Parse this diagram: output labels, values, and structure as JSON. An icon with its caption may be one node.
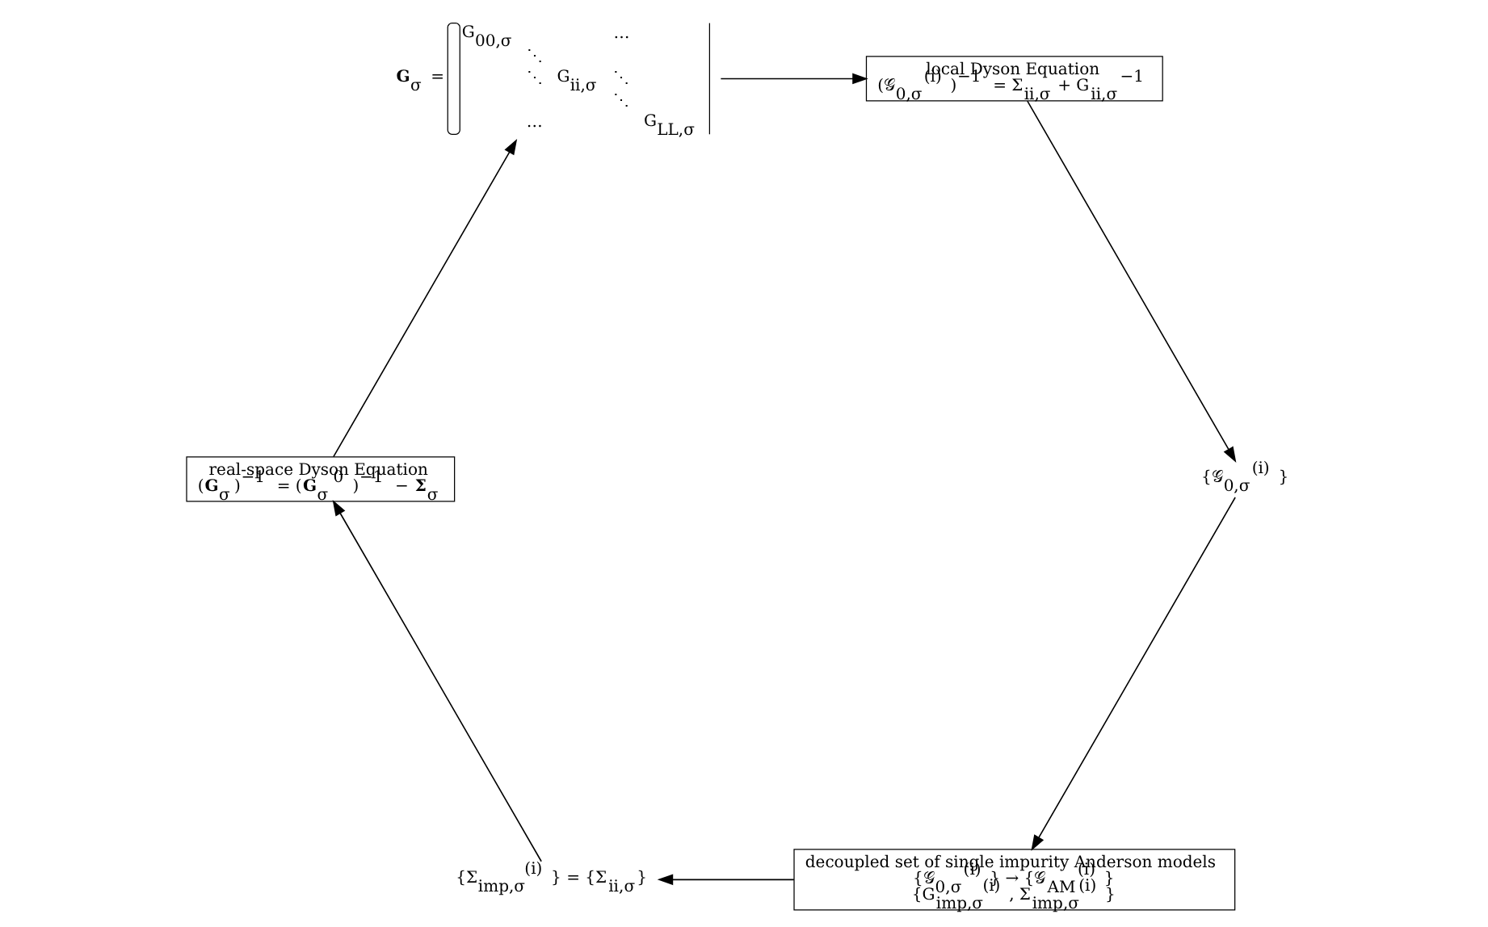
{
  "diagram": {
    "nodes": [
      {
        "text": [
          "decoupled set of single impurity Anderson models",
          "{𝒢$_{0,σ}$$^{(i)}$} → {𝒢$_{AM}$$^{(i)}$}",
          "{G$_{imp,σ}$$^{(i)}$, Σ$_{imp,σ}$$^{(i)}$}"
        ]
      },
      {
        "text": [
          "{Σ$_{imp,σ}$$^{(i)}$} = {Σ$_{ii,σ}$}"
        ]
      },
      {
        "text": [
          "real-space Dyson Equation",
          "(**G**$_{σ}$)$^{−1}$ = (**G**$_{σ}$$^{0}$)$^{−1}$ − **Σ**$_{σ}$"
        ]
      },
      {
        "text": [
          "**G**$_{σ}$ =",
          "G$_{00,σ}$",
          "…",
          "⋱",
          "⋱",
          "G$_{ii,σ}$",
          "⋱",
          "⋱",
          "…",
          "G$_{LL,σ}$"
        ]
      },
      {
        "text": [
          "local Dyson Equation",
          "(𝒢$_{0,σ}$$^{(i)}$)$^{−1}$ = Σ$_{ii,σ}$ + G$_{ii,σ}$$^{−1}$"
        ]
      },
      {
        "text": [
          "{𝒢$_{0,σ}$$^{(i)}$}"
        ]
      }
    ],
    "edges": [
      {
        "from": 0,
        "to": 1,
        "arrow": "to"
      },
      {
        "from": 1,
        "to": 2,
        "arrow": "to"
      },
      {
        "from": 2,
        "to": 3,
        "arrow": "to"
      },
      {
        "from": 3,
        "to": 4,
        "arrow": "to"
      },
      {
        "from": 4,
        "to": 5,
        "arrow": "to"
      },
      {
        "from": 5,
        "to": 0,
        "arrow": "to"
      }
    ]
  }
}
